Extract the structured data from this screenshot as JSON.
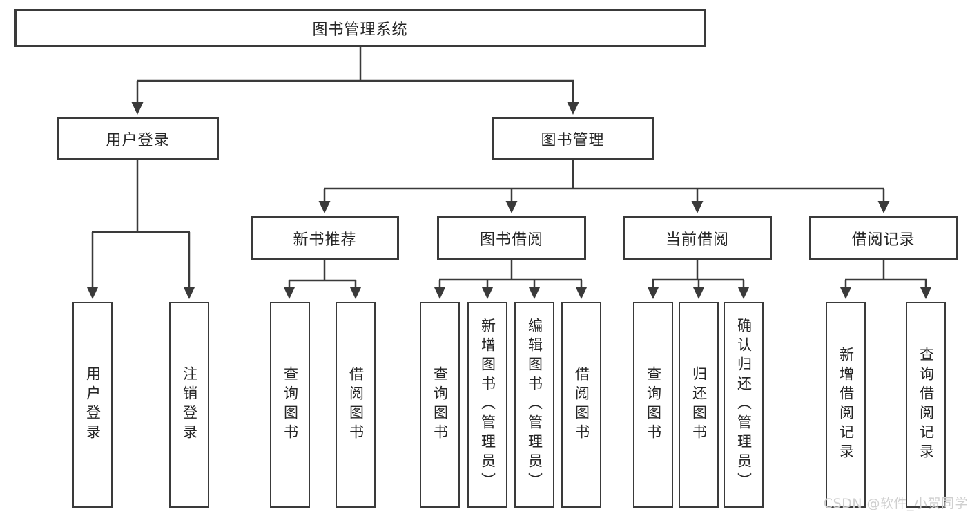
{
  "diagram": {
    "root": {
      "label": "图书管理系统"
    },
    "branches": [
      {
        "label": "用户登录"
      },
      {
        "label": "图书管理"
      }
    ],
    "modules": [
      {
        "label": "新书推荐"
      },
      {
        "label": "图书借阅"
      },
      {
        "label": "当前借阅"
      },
      {
        "label": "借阅记录"
      }
    ],
    "leaves": [
      {
        "label": "用户登录"
      },
      {
        "label": "注销登录"
      },
      {
        "label": "查询图书"
      },
      {
        "label": "借阅图书"
      },
      {
        "label": "查询图书"
      },
      {
        "label": "新增图书（管理员）"
      },
      {
        "label": "编辑图书（管理员）"
      },
      {
        "label": "借阅图书"
      },
      {
        "label": "查询图书"
      },
      {
        "label": "归还图书"
      },
      {
        "label": "确认归还（管理员）"
      },
      {
        "label": "新增借阅记录"
      },
      {
        "label": "查询借阅记录"
      }
    ]
  },
  "watermark": {
    "text": "CSDN @软件_小贺同学"
  },
  "colors": {
    "line": "#3a3a3a",
    "text": "#262626",
    "background": "#ffffff",
    "watermark": "#cfcfcf"
  }
}
